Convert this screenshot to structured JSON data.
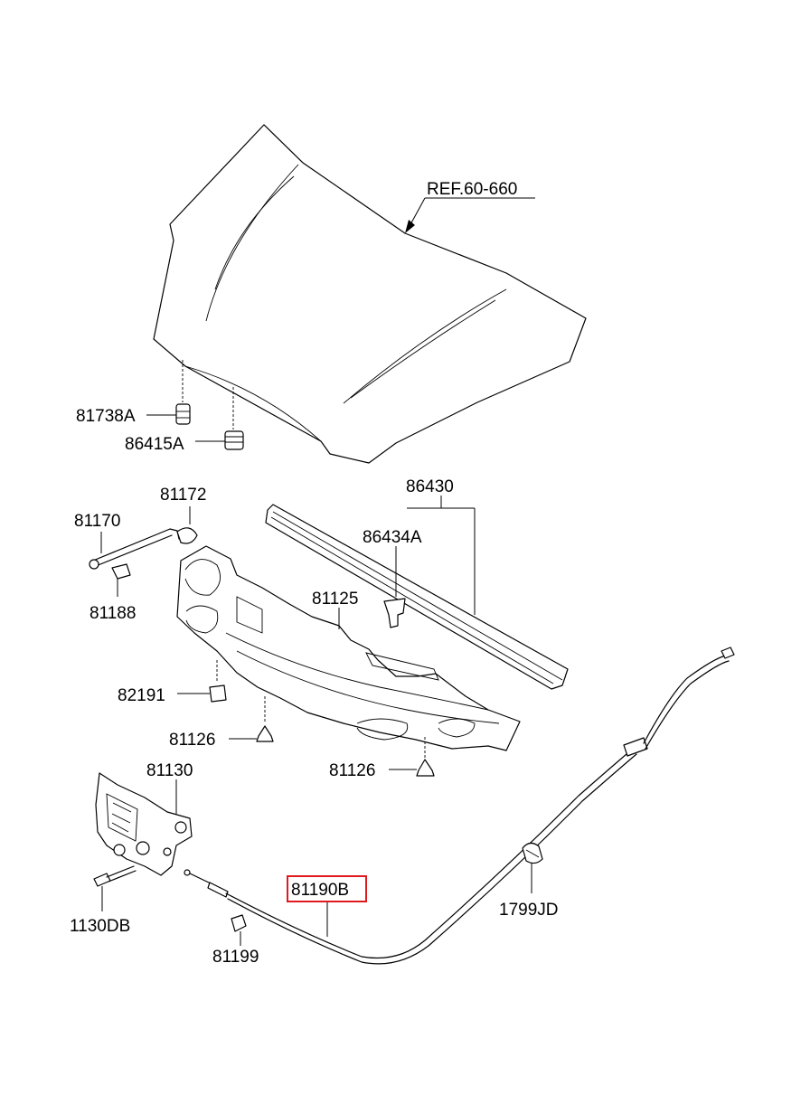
{
  "labels": {
    "ref": "REF.60-660",
    "p81738A": "81738A",
    "p86415A": "86415A",
    "p81172": "81172",
    "p81170": "81170",
    "p81188": "81188",
    "p86430": "86430",
    "p86434A": "86434A",
    "p81125": "81125",
    "p82191": "82191",
    "p81126a": "81126",
    "p81126b": "81126",
    "p81130": "81130",
    "p1130DB": "1130DB",
    "p81190B": "81190B",
    "p81199": "81199",
    "p1799JD": "1799JD"
  },
  "highlight": {
    "part": "81190B",
    "color": "#e0191f"
  }
}
